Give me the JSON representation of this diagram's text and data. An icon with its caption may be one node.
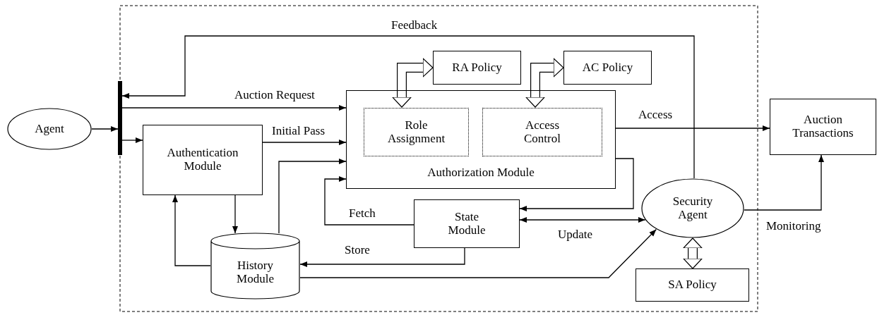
{
  "diagram": {
    "nodes": [
      {
        "text": [
          "Agent"
        ]
      },
      {
        "text": [],
        "shape": "bar"
      },
      {
        "text": [
          "Authentication Module"
        ]
      },
      {
        "text": [
          "Authorization Module"
        ]
      },
      {
        "text": [
          "Role Assignment"
        ],
        "in": 3
      },
      {
        "text": [
          "Access Control"
        ],
        "in": 3
      },
      {
        "text": [
          "RA Policy"
        ]
      },
      {
        "text": [
          "AC Policy"
        ]
      },
      {
        "text": [
          "State Module"
        ]
      },
      {
        "text": [
          "History Module"
        ]
      },
      {
        "text": [
          "Security Agent"
        ]
      },
      {
        "text": [
          "SA Policy"
        ]
      },
      {
        "text": [
          "Auction Transactions"
        ]
      }
    ],
    "edges": [
      {
        "from": 0,
        "to": 1,
        "arrow": "to"
      },
      {
        "from": 1,
        "to": 3,
        "arrow": "to",
        "label": "Auction Request"
      },
      {
        "from": 1,
        "to": 2,
        "arrow": "to"
      },
      {
        "from": 2,
        "to": 3,
        "arrow": "to",
        "label": "Initial Pass"
      },
      {
        "from": 9,
        "to": 3,
        "arrow": "to"
      },
      {
        "from": 8,
        "to": 3,
        "arrow": "to",
        "label": "Fetch"
      },
      {
        "from": 2,
        "to": 9,
        "arrow": "to"
      },
      {
        "from": 9,
        "to": 2,
        "arrow": "to"
      },
      {
        "from": 8,
        "to": 9,
        "arrow": "to",
        "label": "Store"
      },
      {
        "from": 9,
        "to": 10,
        "arrow": "to"
      },
      {
        "from": 3,
        "to": 8,
        "arrow": "to"
      },
      {
        "from": 8,
        "to": 10,
        "arrow": "both",
        "label": "Update"
      },
      {
        "from": 10,
        "to": 1,
        "arrow": "to",
        "label": "Feedback"
      },
      {
        "from": 3,
        "to": 12,
        "arrow": "to",
        "label": "Access"
      },
      {
        "from": 10,
        "to": 12,
        "arrow": "to",
        "label": "Monitoring"
      },
      {
        "from": 4,
        "to": 6,
        "arrow": "both",
        "style": "thick"
      },
      {
        "from": 5,
        "to": 7,
        "arrow": "both",
        "style": "thick"
      },
      {
        "from": 10,
        "to": 11,
        "arrow": "both",
        "style": "thick"
      }
    ]
  }
}
